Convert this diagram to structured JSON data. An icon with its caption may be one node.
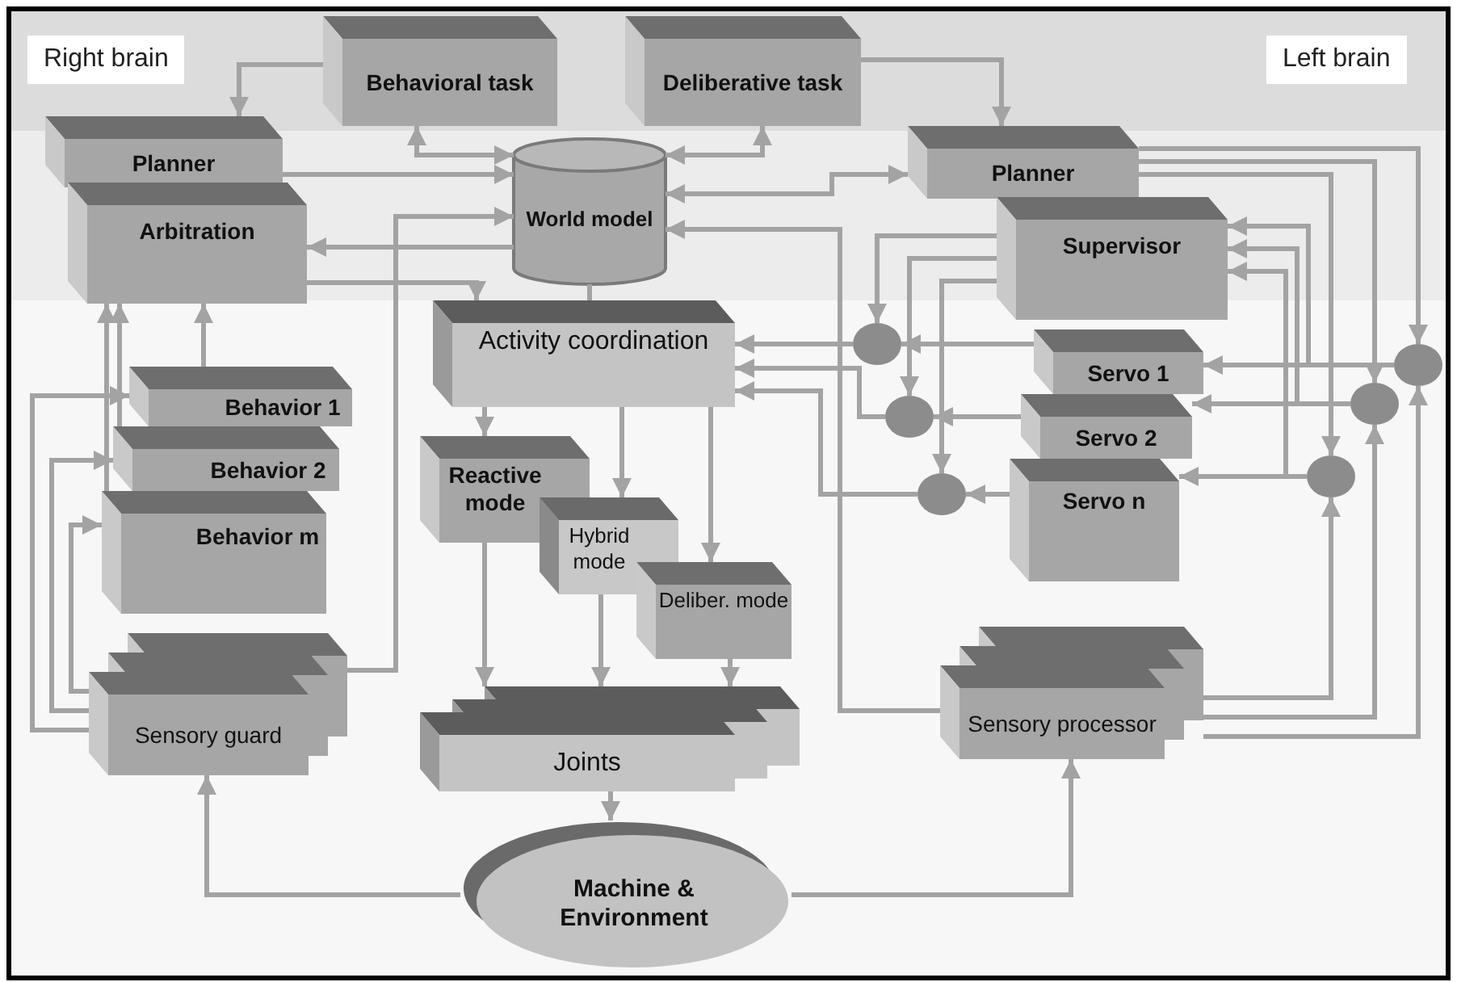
{
  "diagram": {
    "nodes": [
      {
        "text": [
          "Behavioral task"
        ]
      },
      {
        "text": [
          "Deliberative task"
        ]
      },
      {
        "text": [
          "Planner"
        ]
      },
      {
        "text": [
          "Arbitration"
        ]
      },
      {
        "text": [
          "World model"
        ]
      },
      {
        "text": [
          "Planner"
        ]
      },
      {
        "text": [
          "Supervisor"
        ]
      },
      {
        "text": [
          "Activity coordination"
        ]
      },
      {
        "text": [
          "Behavior 1"
        ]
      },
      {
        "text": [
          "Behavior 2"
        ]
      },
      {
        "text": [
          "Behavior m"
        ]
      },
      {
        "text": [
          "Reactive mode"
        ]
      },
      {
        "text": [
          "Hybrid mode"
        ]
      },
      {
        "text": [
          "Deliber. mode"
        ]
      },
      {
        "text": [
          "Servo 1"
        ]
      },
      {
        "text": [
          "Servo 2"
        ]
      },
      {
        "text": [
          "Servo n"
        ]
      },
      {
        "text": [
          "Sensory guard"
        ]
      },
      {
        "text": [
          "Joints"
        ]
      },
      {
        "text": [
          "Sensory processor"
        ]
      },
      {
        "text": [
          "Machine & Environment"
        ]
      },
      {
        "text": [],
        "shape": "circle"
      },
      {
        "text": [],
        "shape": "circle"
      },
      {
        "text": [],
        "shape": "circle"
      },
      {
        "text": [],
        "shape": "circle"
      },
      {
        "text": [],
        "shape": "circle"
      },
      {
        "text": [],
        "shape": "circle"
      }
    ],
    "edges": [
      {
        "from": 0,
        "to": 2,
        "arrow": "to"
      },
      {
        "from": 4,
        "to": 0,
        "arrow": "both"
      },
      {
        "from": 4,
        "to": 1,
        "arrow": "both"
      },
      {
        "from": 1,
        "to": 5,
        "arrow": "to"
      },
      {
        "from": 5,
        "to": 4,
        "arrow": "both"
      },
      {
        "from": 19,
        "to": 4,
        "arrow": "to"
      },
      {
        "from": 2,
        "to": 4,
        "arrow": "to"
      },
      {
        "from": 17,
        "to": 4,
        "arrow": "to"
      },
      {
        "from": 4,
        "to": 3,
        "arrow": "to"
      },
      {
        "from": 3,
        "to": 7,
        "arrow": "to"
      },
      {
        "from": 4,
        "to": 7,
        "arrow": "none"
      },
      {
        "from": 8,
        "to": 3,
        "arrow": "to"
      },
      {
        "from": 9,
        "to": 3,
        "arrow": "to"
      },
      {
        "from": 10,
        "to": 3,
        "arrow": "to"
      },
      {
        "from": 17,
        "to": 8,
        "arrow": "to"
      },
      {
        "from": 17,
        "to": 9,
        "arrow": "to"
      },
      {
        "from": 17,
        "to": 10,
        "arrow": "to"
      },
      {
        "from": 7,
        "to": 11,
        "arrow": "to"
      },
      {
        "from": 7,
        "to": 12,
        "arrow": "to"
      },
      {
        "from": 7,
        "to": 13,
        "arrow": "to"
      },
      {
        "from": 11,
        "to": 18,
        "arrow": "to"
      },
      {
        "from": 12,
        "to": 18,
        "arrow": "to"
      },
      {
        "from": 13,
        "to": 18,
        "arrow": "to"
      },
      {
        "from": 18,
        "to": 20,
        "arrow": "to"
      },
      {
        "from": 20,
        "to": 17,
        "arrow": "to"
      },
      {
        "from": 20,
        "to": 19,
        "arrow": "to"
      },
      {
        "from": 21,
        "to": 7,
        "arrow": "to"
      },
      {
        "from": 22,
        "to": 7,
        "arrow": "to"
      },
      {
        "from": 23,
        "to": 7,
        "arrow": "to"
      },
      {
        "from": 14,
        "to": 21,
        "arrow": "to"
      },
      {
        "from": 15,
        "to": 22,
        "arrow": "to"
      },
      {
        "from": 16,
        "to": 23,
        "arrow": "to"
      },
      {
        "from": 6,
        "to": 21,
        "arrow": "to"
      },
      {
        "from": 6,
        "to": 22,
        "arrow": "to"
      },
      {
        "from": 6,
        "to": 23,
        "arrow": "to"
      },
      {
        "from": 5,
        "to": 24,
        "arrow": "to"
      },
      {
        "from": 5,
        "to": 25,
        "arrow": "to"
      },
      {
        "from": 5,
        "to": 26,
        "arrow": "to"
      },
      {
        "from": 19,
        "to": 24,
        "arrow": "to"
      },
      {
        "from": 19,
        "to": 25,
        "arrow": "to"
      },
      {
        "from": 19,
        "to": 26,
        "arrow": "to"
      },
      {
        "from": 24,
        "to": 14,
        "arrow": "to"
      },
      {
        "from": 24,
        "to": 6,
        "arrow": "to"
      },
      {
        "from": 25,
        "to": 15,
        "arrow": "to"
      },
      {
        "from": 25,
        "to": 6,
        "arrow": "to"
      },
      {
        "from": 26,
        "to": 16,
        "arrow": "to"
      },
      {
        "from": 26,
        "to": 6,
        "arrow": "to"
      }
    ],
    "labels": [
      "Right brain",
      "Left brain"
    ]
  }
}
